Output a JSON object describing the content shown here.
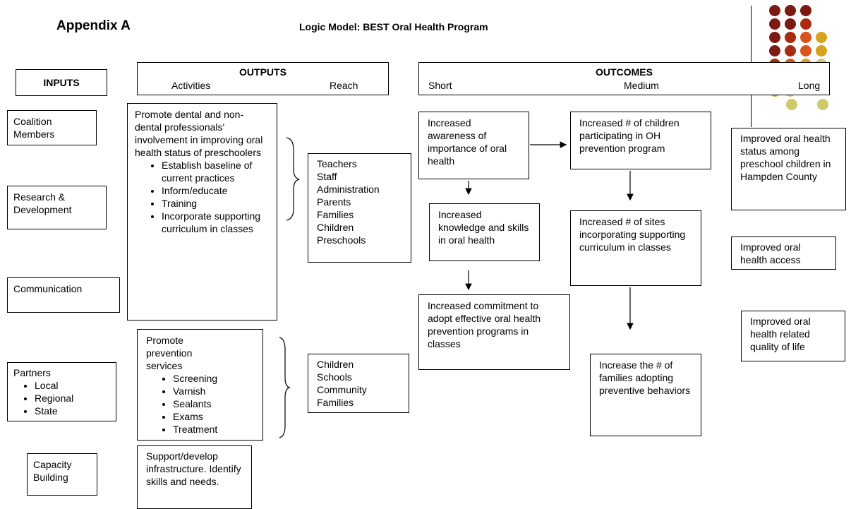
{
  "header": {
    "appendix": "Appendix A",
    "title": "Logic Model: BEST Oral Health Program"
  },
  "inputs": {
    "header": "INPUTS",
    "items": [
      "Coalition\nMembers",
      "Research &\nDevelopment",
      "Communication",
      "Capacity\nBuilding"
    ],
    "partners": {
      "label": "Partners",
      "bullets": [
        "Local",
        "Regional",
        "State"
      ]
    }
  },
  "outputs": {
    "header": "OUTPUTS",
    "activities_label": "Activities",
    "reach_label": "Reach",
    "activity1": {
      "text": "Promote dental and non-dental professionals' involvement in improving oral health status of preschoolers",
      "bullets": [
        "Establish baseline of current practices",
        "Inform/educate",
        "Training",
        "Incorporate supporting curriculum in classes"
      ]
    },
    "activity2": {
      "text": "Promote prevention services",
      "bullets": [
        "Screening",
        "Varnish",
        "Sealants",
        "Exams",
        "Treatment"
      ]
    },
    "activity3": {
      "text": "Support/develop infrastructure. Identify skills and needs."
    },
    "reach1": [
      "Teachers",
      "Staff",
      "Administration",
      "Parents",
      "Families",
      "Children",
      "Preschools"
    ],
    "reach2": [
      "Children",
      "Schools",
      "Community",
      "Families"
    ]
  },
  "outcomes": {
    "header": "OUTCOMES",
    "short_label": "Short",
    "medium_label": "Medium",
    "long_label": "Long",
    "short": [
      "Increased awareness of importance of oral health",
      "Increased knowledge and skills in oral health",
      "Increased commitment to adopt effective oral health prevention programs in classes"
    ],
    "medium": [
      "Increased # of children participating in OH prevention program",
      "Increased # of sites incorporating supporting curriculum in classes",
      "Increase the # of families adopting preventive behaviors"
    ],
    "long": [
      "Improved oral health status among preschool children in Hampden County",
      "Improved oral health access",
      "Improved oral health related quality of life"
    ]
  },
  "decoration": {
    "colors": [
      "#7a1a12",
      "#a82a12",
      "#d9541c",
      "#d8a21e",
      "#cdca6a"
    ]
  }
}
